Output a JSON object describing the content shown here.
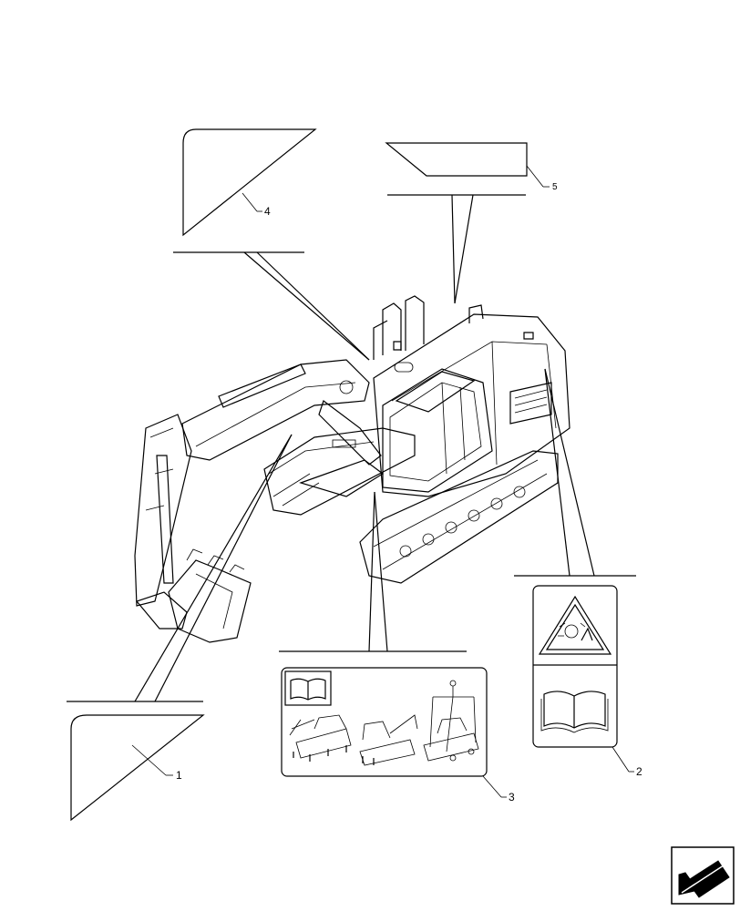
{
  "callouts": [
    {
      "id": "1",
      "label": "1"
    },
    {
      "id": "2",
      "label": "2"
    },
    {
      "id": "3",
      "label": "3"
    },
    {
      "id": "4",
      "label": "4"
    },
    {
      "id": "5",
      "label": "5"
    }
  ],
  "icons": {
    "decal_2_top": "warning-triangle-icon",
    "decal_2_bottom": "manual-book-icon",
    "decal_3_book": "manual-book-icon",
    "nav": "previous-page-arrow-icon"
  },
  "colors": {
    "line": "#000000",
    "background": "#ffffff"
  }
}
